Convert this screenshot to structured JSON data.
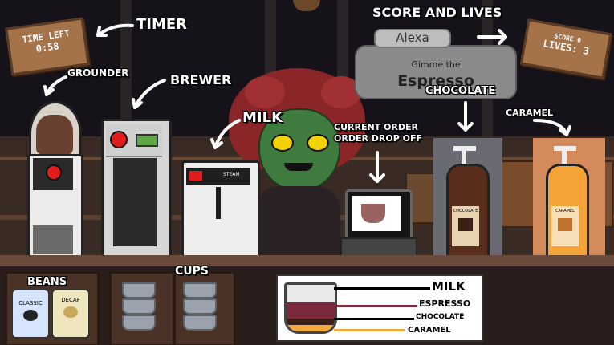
{
  "hud": {
    "timer_label": "TIME LEFT",
    "timer_value": "0:58",
    "score_label": "SCORE 0",
    "lives_label": "LIVES: 3"
  },
  "annotations": {
    "timer": "TIMER",
    "grounder": "GROUNDER",
    "brewer": "BREWER",
    "milk": "MILK",
    "score_and_lives": "SCORE AND LIVES",
    "chocolate": "CHOCOLATE",
    "caramel": "CARAMEL",
    "current_order_1": "CURRENT ORDER",
    "current_order_2": "ORDER DROP OFF",
    "beans": "BEANS",
    "cups": "CUPS"
  },
  "customer": {
    "name": "Alexa",
    "order_line1": "Gimme the",
    "order_item": "Espresso"
  },
  "machines": {
    "milk_label": "STEAM"
  },
  "bottles": {
    "chocolate": "CHOCOLATE",
    "caramel": "CARAMEL"
  },
  "beans": {
    "classic": "CLASSIC",
    "decaf": "DECAF"
  },
  "legend": {
    "milk": "MILK",
    "espresso": "ESPRESSO",
    "chocolate": "CHOCOLATE",
    "caramel": "CARAMEL"
  },
  "colors": {
    "milk": "#e9e9e9",
    "espresso": "#7a2a3a",
    "chocolate": "#3a2016",
    "caramel": "#f2a93a"
  }
}
